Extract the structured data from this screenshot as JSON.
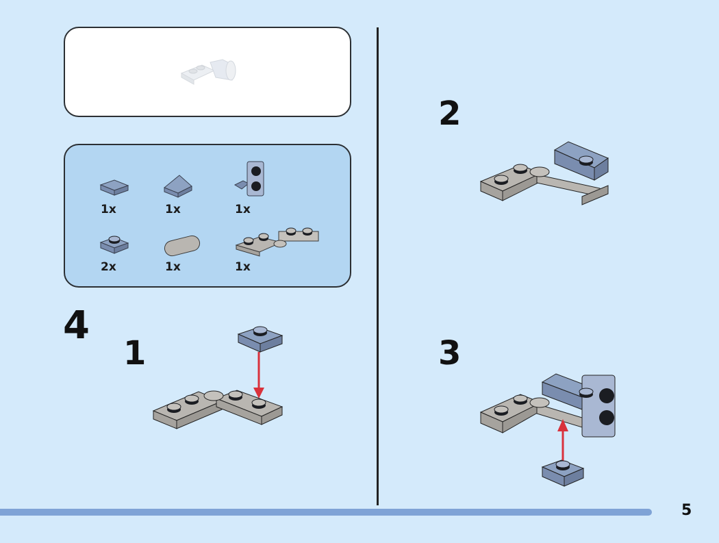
{
  "page": {
    "page_number": "5",
    "main_step": "4",
    "colors": {
      "background": "#d4eafb",
      "parts_box": "#b3d6f2",
      "bar": "#7fa3d6",
      "arrow": "#d9323c",
      "light_gray_brick": "#b9b6b1",
      "sand_blue_brick": "#8da2c2"
    }
  },
  "preview": {
    "icon": "assembled-model-preview"
  },
  "parts": [
    {
      "name": "tile-1x1",
      "qty": "1x"
    },
    {
      "name": "slope-1x1",
      "qty": "1x"
    },
    {
      "name": "bracket-1x1-2x1",
      "qty": "1x"
    },
    {
      "name": "plate-1x1",
      "qty": "2x"
    },
    {
      "name": "tile-1x2-rounded",
      "qty": "1x"
    },
    {
      "name": "hinge-plate-1x4",
      "qty": "1x"
    }
  ],
  "substeps": [
    {
      "number": "1"
    },
    {
      "number": "2"
    },
    {
      "number": "3"
    }
  ]
}
